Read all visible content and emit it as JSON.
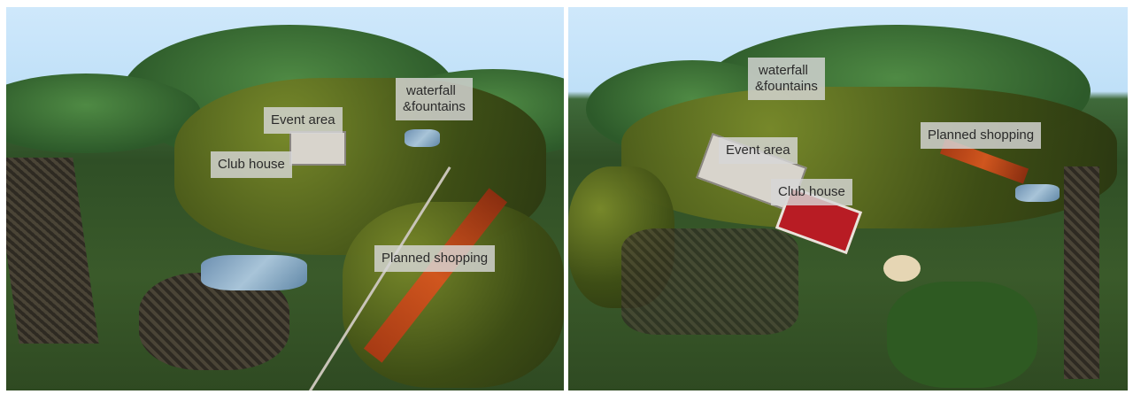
{
  "left_view": {
    "labels": {
      "event_area": "Event area",
      "club_house": "Club house",
      "waterfall_line1": "waterfall",
      "waterfall_line2": "&fountains",
      "planned_shopping": "Planned shopping"
    }
  },
  "right_view": {
    "labels": {
      "waterfall_line1": "waterfall",
      "waterfall_line2": "&fountains",
      "event_area": "Event area",
      "club_house": "Club house",
      "planned_shopping": "Planned shopping"
    }
  }
}
